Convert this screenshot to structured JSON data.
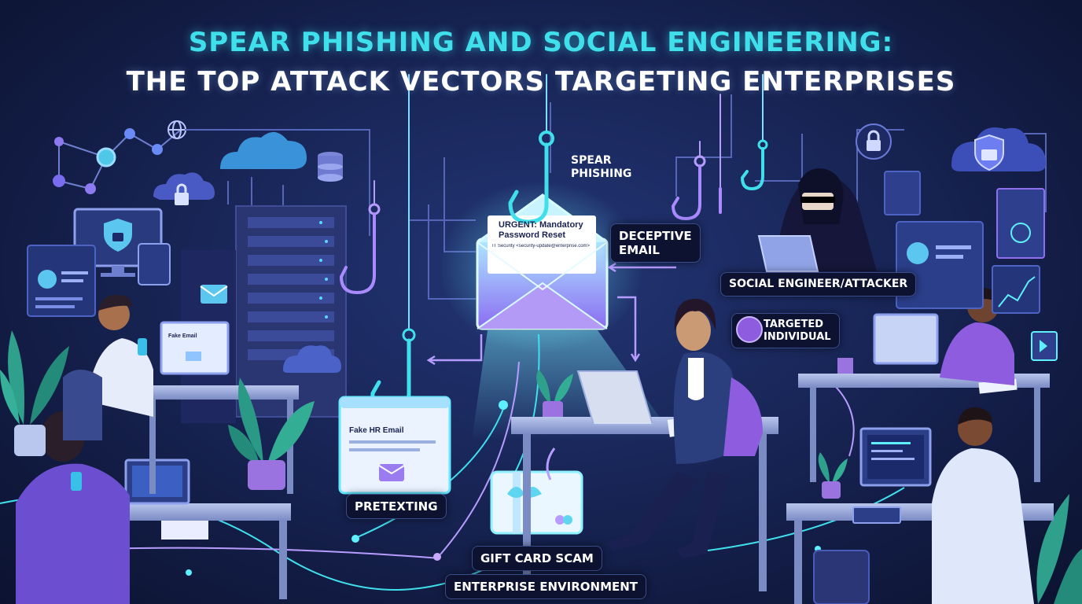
{
  "title": {
    "line1": "SPEAR PHISHING AND SOCIAL ENGINEERING:",
    "line2": "THE TOP ATTACK VECTORS TARGETING ENTERPRISES"
  },
  "labels": {
    "spear_phishing": "SPEAR\nPHISHING",
    "deceptive_email": "DECEPTIVE\nEMAIL",
    "social_engineer": "SOCIAL ENGINEER/ATTACKER",
    "targeted_individual": "TARGETED\nINDIVIDUAL",
    "pretexting": "PRETEXTING",
    "gift_card_scam": "GIFT CARD SCAM",
    "enterprise_environment": "ENTERPRISE ENVIRONMENT"
  },
  "email": {
    "subject": "URGENT: Mandatory\nPassword Reset",
    "sender": "IT Security <security-update@enterprise.com>"
  },
  "fake_hr_email": "Fake HR Email",
  "fake_email": "Fake Email",
  "colors": {
    "accent_cyan": "#3fe0ec",
    "accent_purple": "#9a6cf0",
    "background": "#121a3e"
  },
  "icons": [
    "lock-icon",
    "shield-icon",
    "cloud-icon",
    "globe-icon",
    "database-icon",
    "envelope-icon",
    "fishing-hook-icon",
    "gift-card-icon"
  ]
}
